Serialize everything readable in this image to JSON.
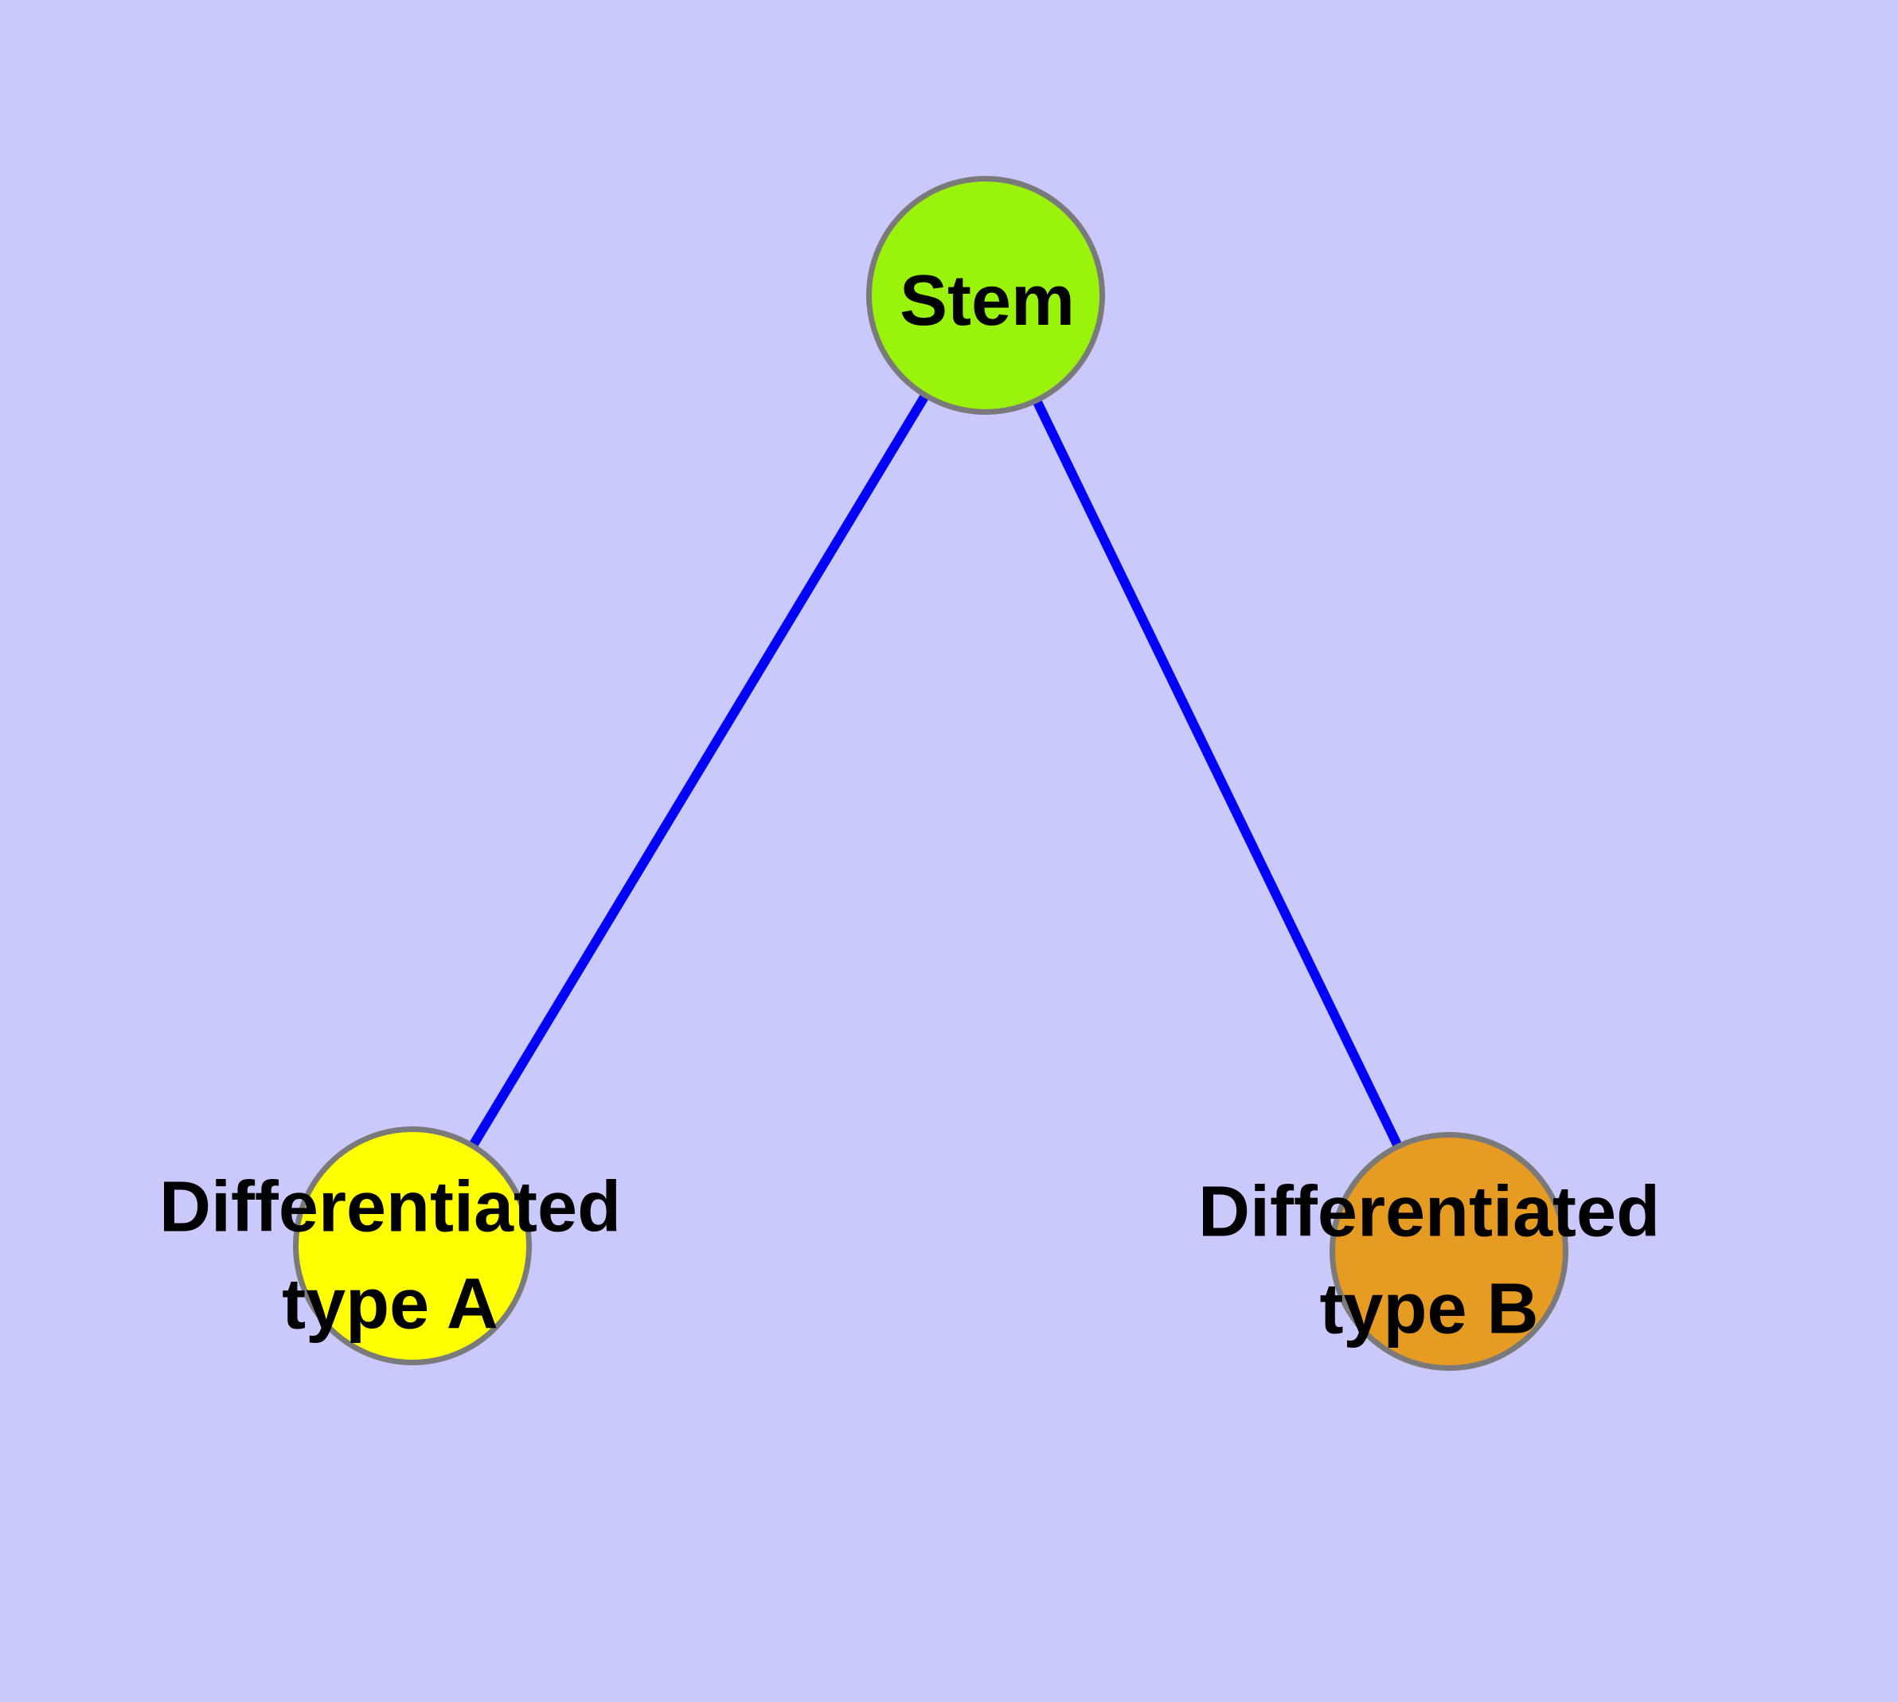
{
  "diagram": {
    "background_color": "#C9C9FB",
    "edge_color": "#0202F8",
    "node_border_color": "#7A7A7A",
    "nodes": [
      {
        "id": "stem",
        "label": "Stem",
        "fill_color": "#9AF30B"
      },
      {
        "id": "type-a",
        "label": "Differentiated\ntype A",
        "fill_color": "#FFFF00"
      },
      {
        "id": "type-b",
        "label": "Differentiated\ntype B",
        "fill_color": "#E69B23"
      }
    ],
    "edges": [
      {
        "from": "stem",
        "to": "type-a"
      },
      {
        "from": "stem",
        "to": "type-b"
      }
    ]
  }
}
